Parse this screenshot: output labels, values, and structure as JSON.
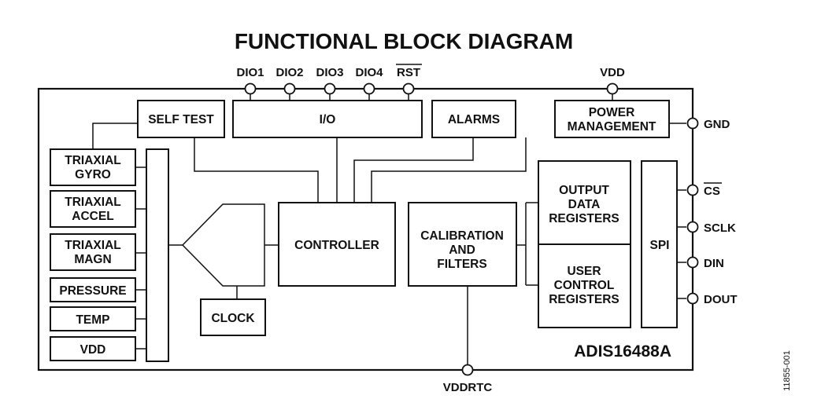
{
  "title": "FUNCTIONAL BLOCK DIAGRAM",
  "part_number": "ADIS16488A",
  "figure_code": "11855-001",
  "blocks": {
    "self_test": "SELF TEST",
    "io": "I/O",
    "alarms": "ALARMS",
    "power_management": [
      "POWER",
      "MANAGEMENT"
    ],
    "triaxial_gyro": [
      "TRIAXIAL",
      "GYRO"
    ],
    "triaxial_accel": [
      "TRIAXIAL",
      "ACCEL"
    ],
    "triaxial_magn": [
      "TRIAXIAL",
      "MAGN"
    ],
    "pressure": "PRESSURE",
    "temp": "TEMP",
    "vdd_sensor": "VDD",
    "controller": "CONTROLLER",
    "clock": "CLOCK",
    "calibration": [
      "CALIBRATION",
      "AND",
      "FILTERS"
    ],
    "output_registers": [
      "OUTPUT",
      "DATA",
      "REGISTERS"
    ],
    "user_registers": [
      "USER",
      "CONTROL",
      "REGISTERS"
    ],
    "spi": "SPI"
  },
  "pins": {
    "dio1": "DIO1",
    "dio2": "DIO2",
    "dio3": "DIO3",
    "dio4": "DIO4",
    "rst": "RST",
    "vdd": "VDD",
    "gnd": "GND",
    "cs": "CS",
    "sclk": "SCLK",
    "din": "DIN",
    "dout": "DOUT",
    "vddrtc": "VDDRTC"
  }
}
